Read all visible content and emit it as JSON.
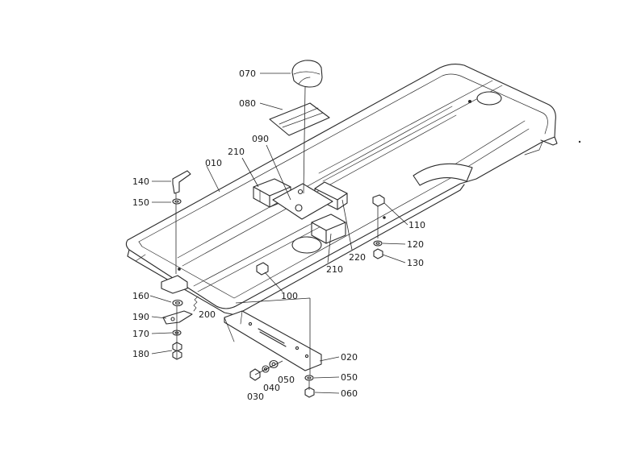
{
  "parts": [
    {
      "id": "p070",
      "number": "070"
    },
    {
      "id": "p080",
      "number": "080"
    },
    {
      "id": "p090",
      "number": "090"
    },
    {
      "id": "p210a",
      "number": "210"
    },
    {
      "id": "p010",
      "number": "010"
    },
    {
      "id": "p140",
      "number": "140"
    },
    {
      "id": "p150",
      "number": "150"
    },
    {
      "id": "p110",
      "number": "110"
    },
    {
      "id": "p120",
      "number": "120"
    },
    {
      "id": "p130",
      "number": "130"
    },
    {
      "id": "p220",
      "number": "220"
    },
    {
      "id": "p210b",
      "number": "210"
    },
    {
      "id": "p100",
      "number": "100"
    },
    {
      "id": "p160",
      "number": "160"
    },
    {
      "id": "p200",
      "number": "200"
    },
    {
      "id": "p190",
      "number": "190"
    },
    {
      "id": "p170",
      "number": "170"
    },
    {
      "id": "p180",
      "number": "180"
    },
    {
      "id": "p020",
      "number": "020"
    },
    {
      "id": "p050a",
      "number": "050"
    },
    {
      "id": "p050b",
      "number": "050"
    },
    {
      "id": "p040",
      "number": "040"
    },
    {
      "id": "p030",
      "number": "030"
    },
    {
      "id": "p060",
      "number": "060"
    }
  ]
}
